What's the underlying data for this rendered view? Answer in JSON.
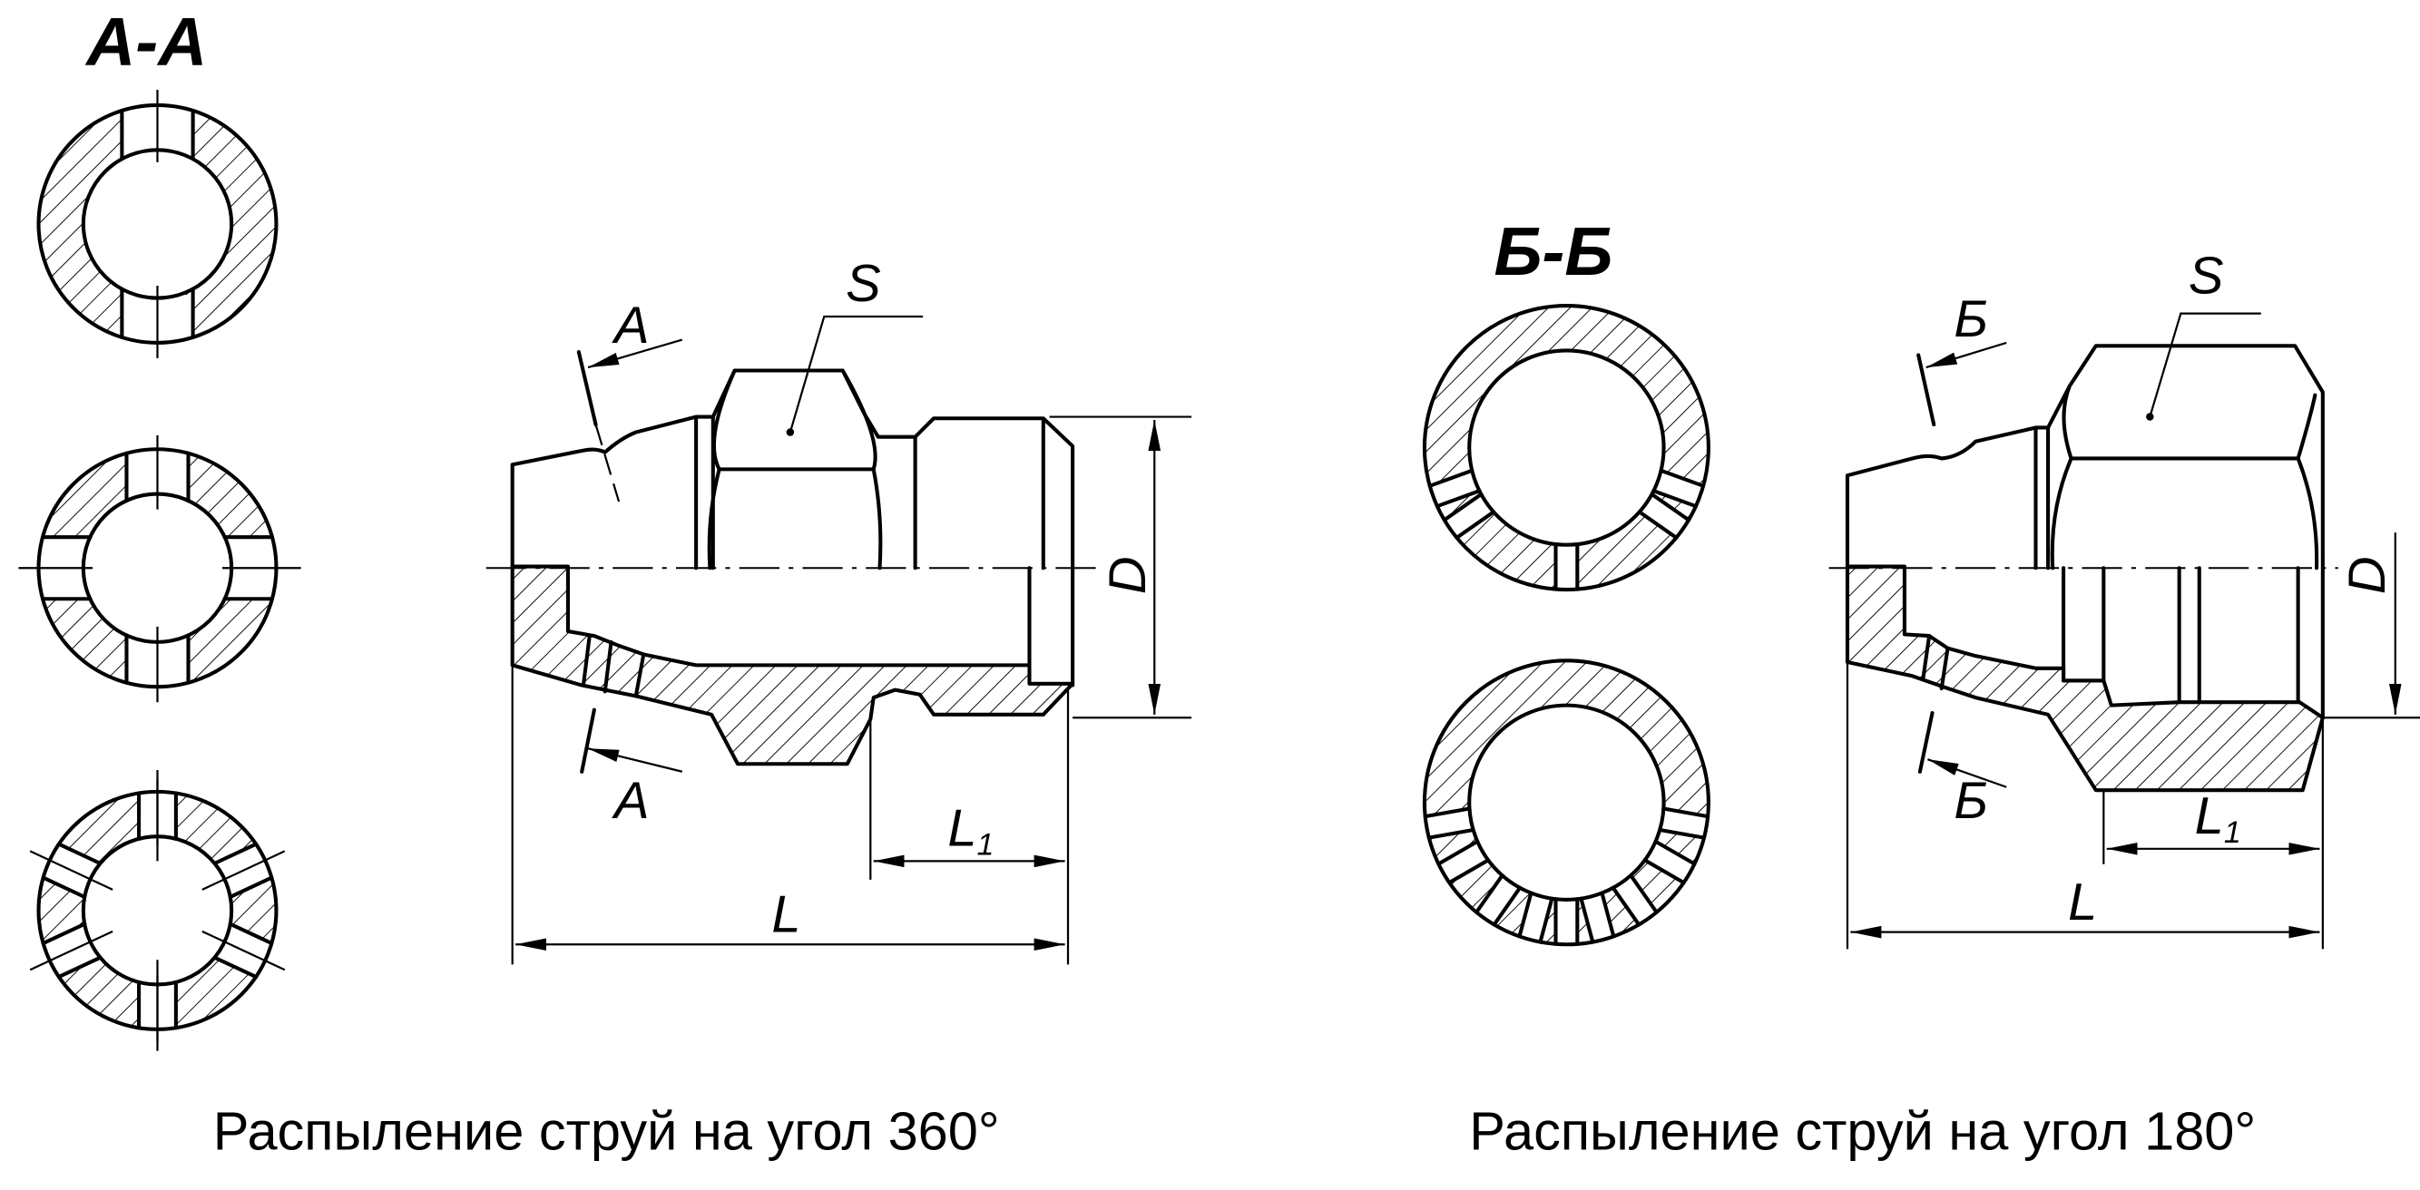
{
  "left_view": {
    "section_title": "А-А",
    "cut_label_top": "А",
    "cut_label_bottom": "А",
    "dim_S": "S",
    "dim_D": "D",
    "dim_L": "L",
    "dim_L1_main": "L",
    "dim_L1_sub": "1",
    "caption": "Распыление струй на угол 360°"
  },
  "right_view": {
    "section_title": "Б-Б",
    "cut_label_top": "Б",
    "cut_label_bottom": "Б",
    "dim_S": "S",
    "dim_D": "D",
    "dim_L": "L",
    "dim_L1_main": "L",
    "dim_L1_sub": "1",
    "caption": "Распыление струй на угол 180°"
  }
}
